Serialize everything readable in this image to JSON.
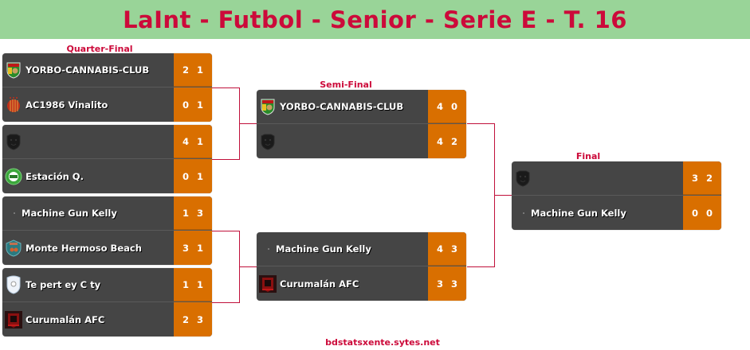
{
  "title": "LaInt - Futbol - Senior - Serie E - T. 16",
  "rounds": {
    "quarter": "Quarter-Final",
    "semi": "Semi-Final",
    "final": "Final"
  },
  "quarter_finals": [
    {
      "top": {
        "name": "YORBO-CANNABIS-CLUB",
        "logo": "yorbo-crest-icon",
        "scores": [
          "2",
          "1"
        ]
      },
      "bottom": {
        "name": "AC1986 Vinalito",
        "logo": "vinalito-crest-icon",
        "scores": [
          "0",
          "1"
        ]
      }
    },
    {
      "top": {
        "name": "",
        "logo": "black-panther-crest-icon",
        "scores": [
          "4",
          "1"
        ]
      },
      "bottom": {
        "name": "Estación Q.",
        "logo": "estacion-crest-icon",
        "scores": [
          "0",
          "1"
        ]
      }
    },
    {
      "top": {
        "name": "Machine Gun Kelly",
        "logo": "dot-icon",
        "scores": [
          "1",
          "3"
        ]
      },
      "bottom": {
        "name": "Monte Hermoso Beach",
        "logo": "monte-hermoso-crest-icon",
        "scores": [
          "3",
          "1"
        ]
      }
    },
    {
      "top": {
        "name": "Te pert ey C ty",
        "logo": "white-shield-crest-icon",
        "scores": [
          "1",
          "1"
        ]
      },
      "bottom": {
        "name": "Curumalán AFC",
        "logo": "curumalan-crest-icon",
        "scores": [
          "2",
          "3"
        ]
      }
    }
  ],
  "semi_finals": [
    {
      "top": {
        "name": "YORBO-CANNABIS-CLUB",
        "logo": "yorbo-crest-icon",
        "scores": [
          "4",
          "0"
        ]
      },
      "bottom": {
        "name": "",
        "logo": "black-panther-crest-icon",
        "scores": [
          "4",
          "2"
        ]
      }
    },
    {
      "top": {
        "name": "Machine Gun Kelly",
        "logo": "dot-icon",
        "scores": [
          "4",
          "3"
        ]
      },
      "bottom": {
        "name": "Curumalán AFC",
        "logo": "curumalan-crest-icon",
        "scores": [
          "3",
          "3"
        ]
      }
    }
  ],
  "final": {
    "top": {
      "name": "",
      "logo": "black-panther-crest-icon",
      "scores": [
        "3",
        "2"
      ]
    },
    "bottom": {
      "name": "Machine Gun Kelly",
      "logo": "dot-icon",
      "scores": [
        "0",
        "0"
      ]
    }
  },
  "footer": "bdstatsxente.sytes.net",
  "colors": {
    "header_bg": "#99d498",
    "accent": "#cc0a3a",
    "match_bg": "#454545",
    "score_bg": "#d96f00"
  }
}
